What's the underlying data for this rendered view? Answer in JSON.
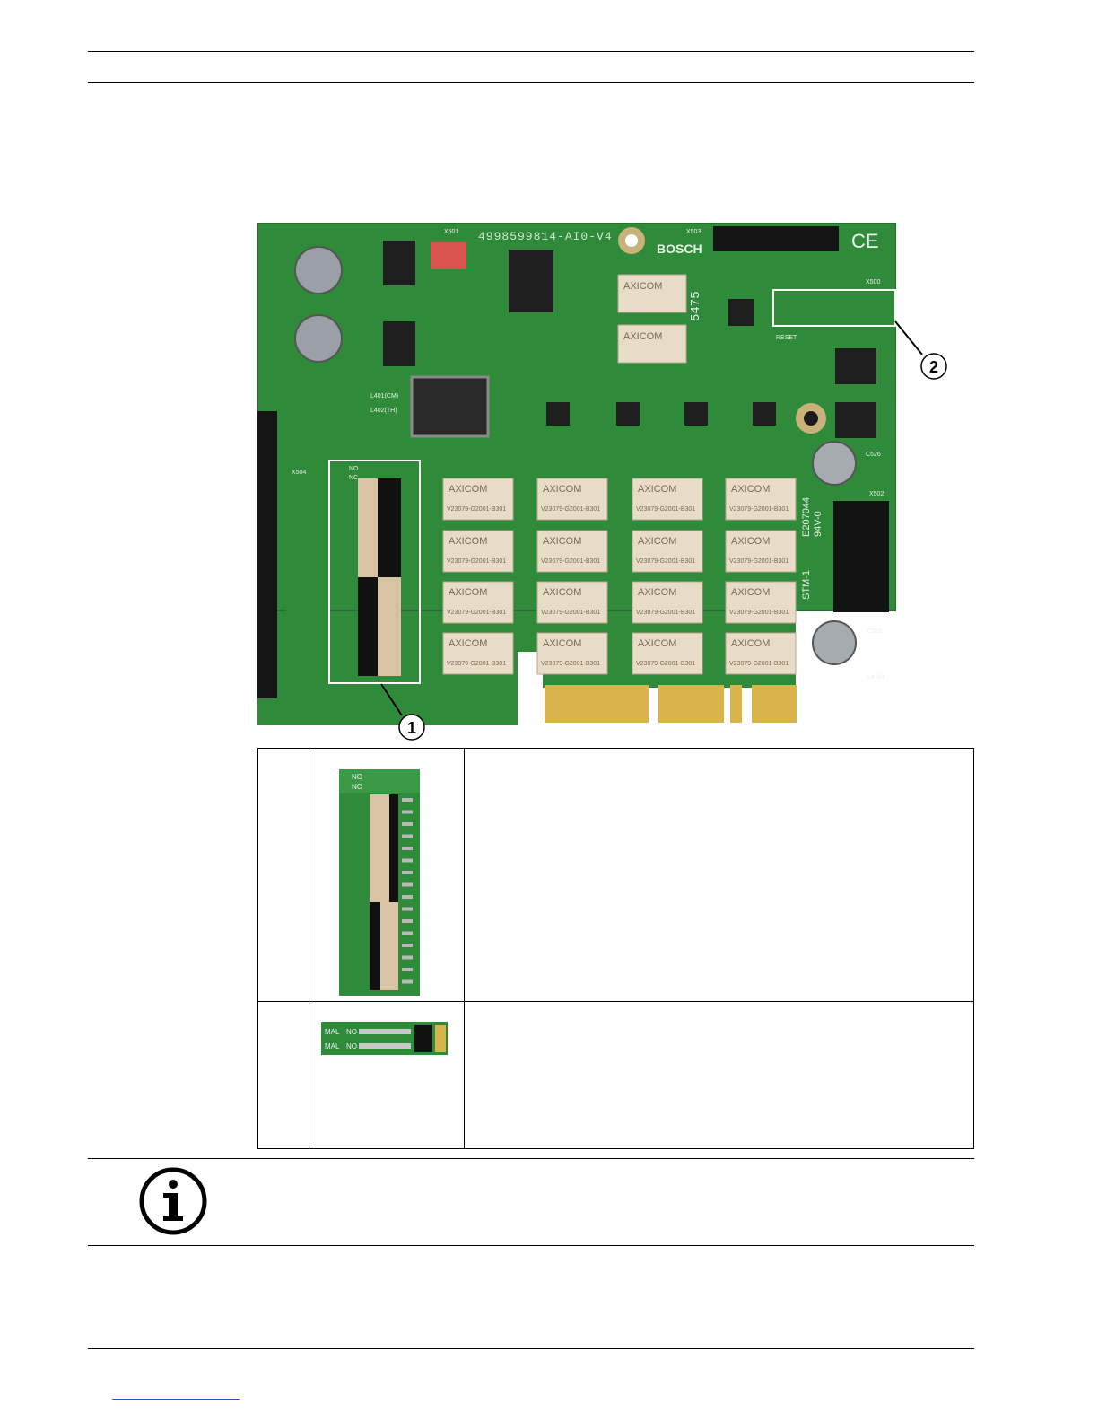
{
  "document": {
    "figure": {
      "board_silkscreen": {
        "part_number": "4998599814-AI0-V4",
        "brand": "BOSCH",
        "ce_mark": "CE",
        "relay_brand": "AXICOM",
        "relay_part": "V23079-G2001-B301",
        "ul_text": "E207044",
        "rating": "94V-0",
        "stm": "STM-1",
        "digits": "5475",
        "refs": {
          "x501": "X501",
          "x503": "X503",
          "x500": "X500",
          "x502": "X502",
          "x504": "X504",
          "c526": "C526",
          "c501": "C501",
          "l401": "L401(CM)",
          "l402": "L402(TH)",
          "no": "NO",
          "nc": "NC",
          "reset": "RESET",
          "version": "L4-V4"
        }
      },
      "callouts": [
        {
          "number": "1"
        },
        {
          "number": "2"
        }
      ]
    },
    "table": {
      "rows": [
        {
          "number": "",
          "image_labels": {
            "no": "NO",
            "nc": "NC"
          },
          "description": ""
        },
        {
          "number": "",
          "image_labels": {
            "mal1": "MAL",
            "no1": "NO",
            "mal2": "MAL",
            "no2": "NO"
          },
          "description": ""
        }
      ]
    },
    "note": {
      "icon": "info-icon",
      "text": ""
    }
  },
  "colors": {
    "pcb_green": "#2f8a3a",
    "pcb_dark": "#1f6a2a",
    "relay_cream": "#e8dcc8",
    "gold": "#d9b44a",
    "callout_box": "#ffffff",
    "link": "#2a52be"
  }
}
